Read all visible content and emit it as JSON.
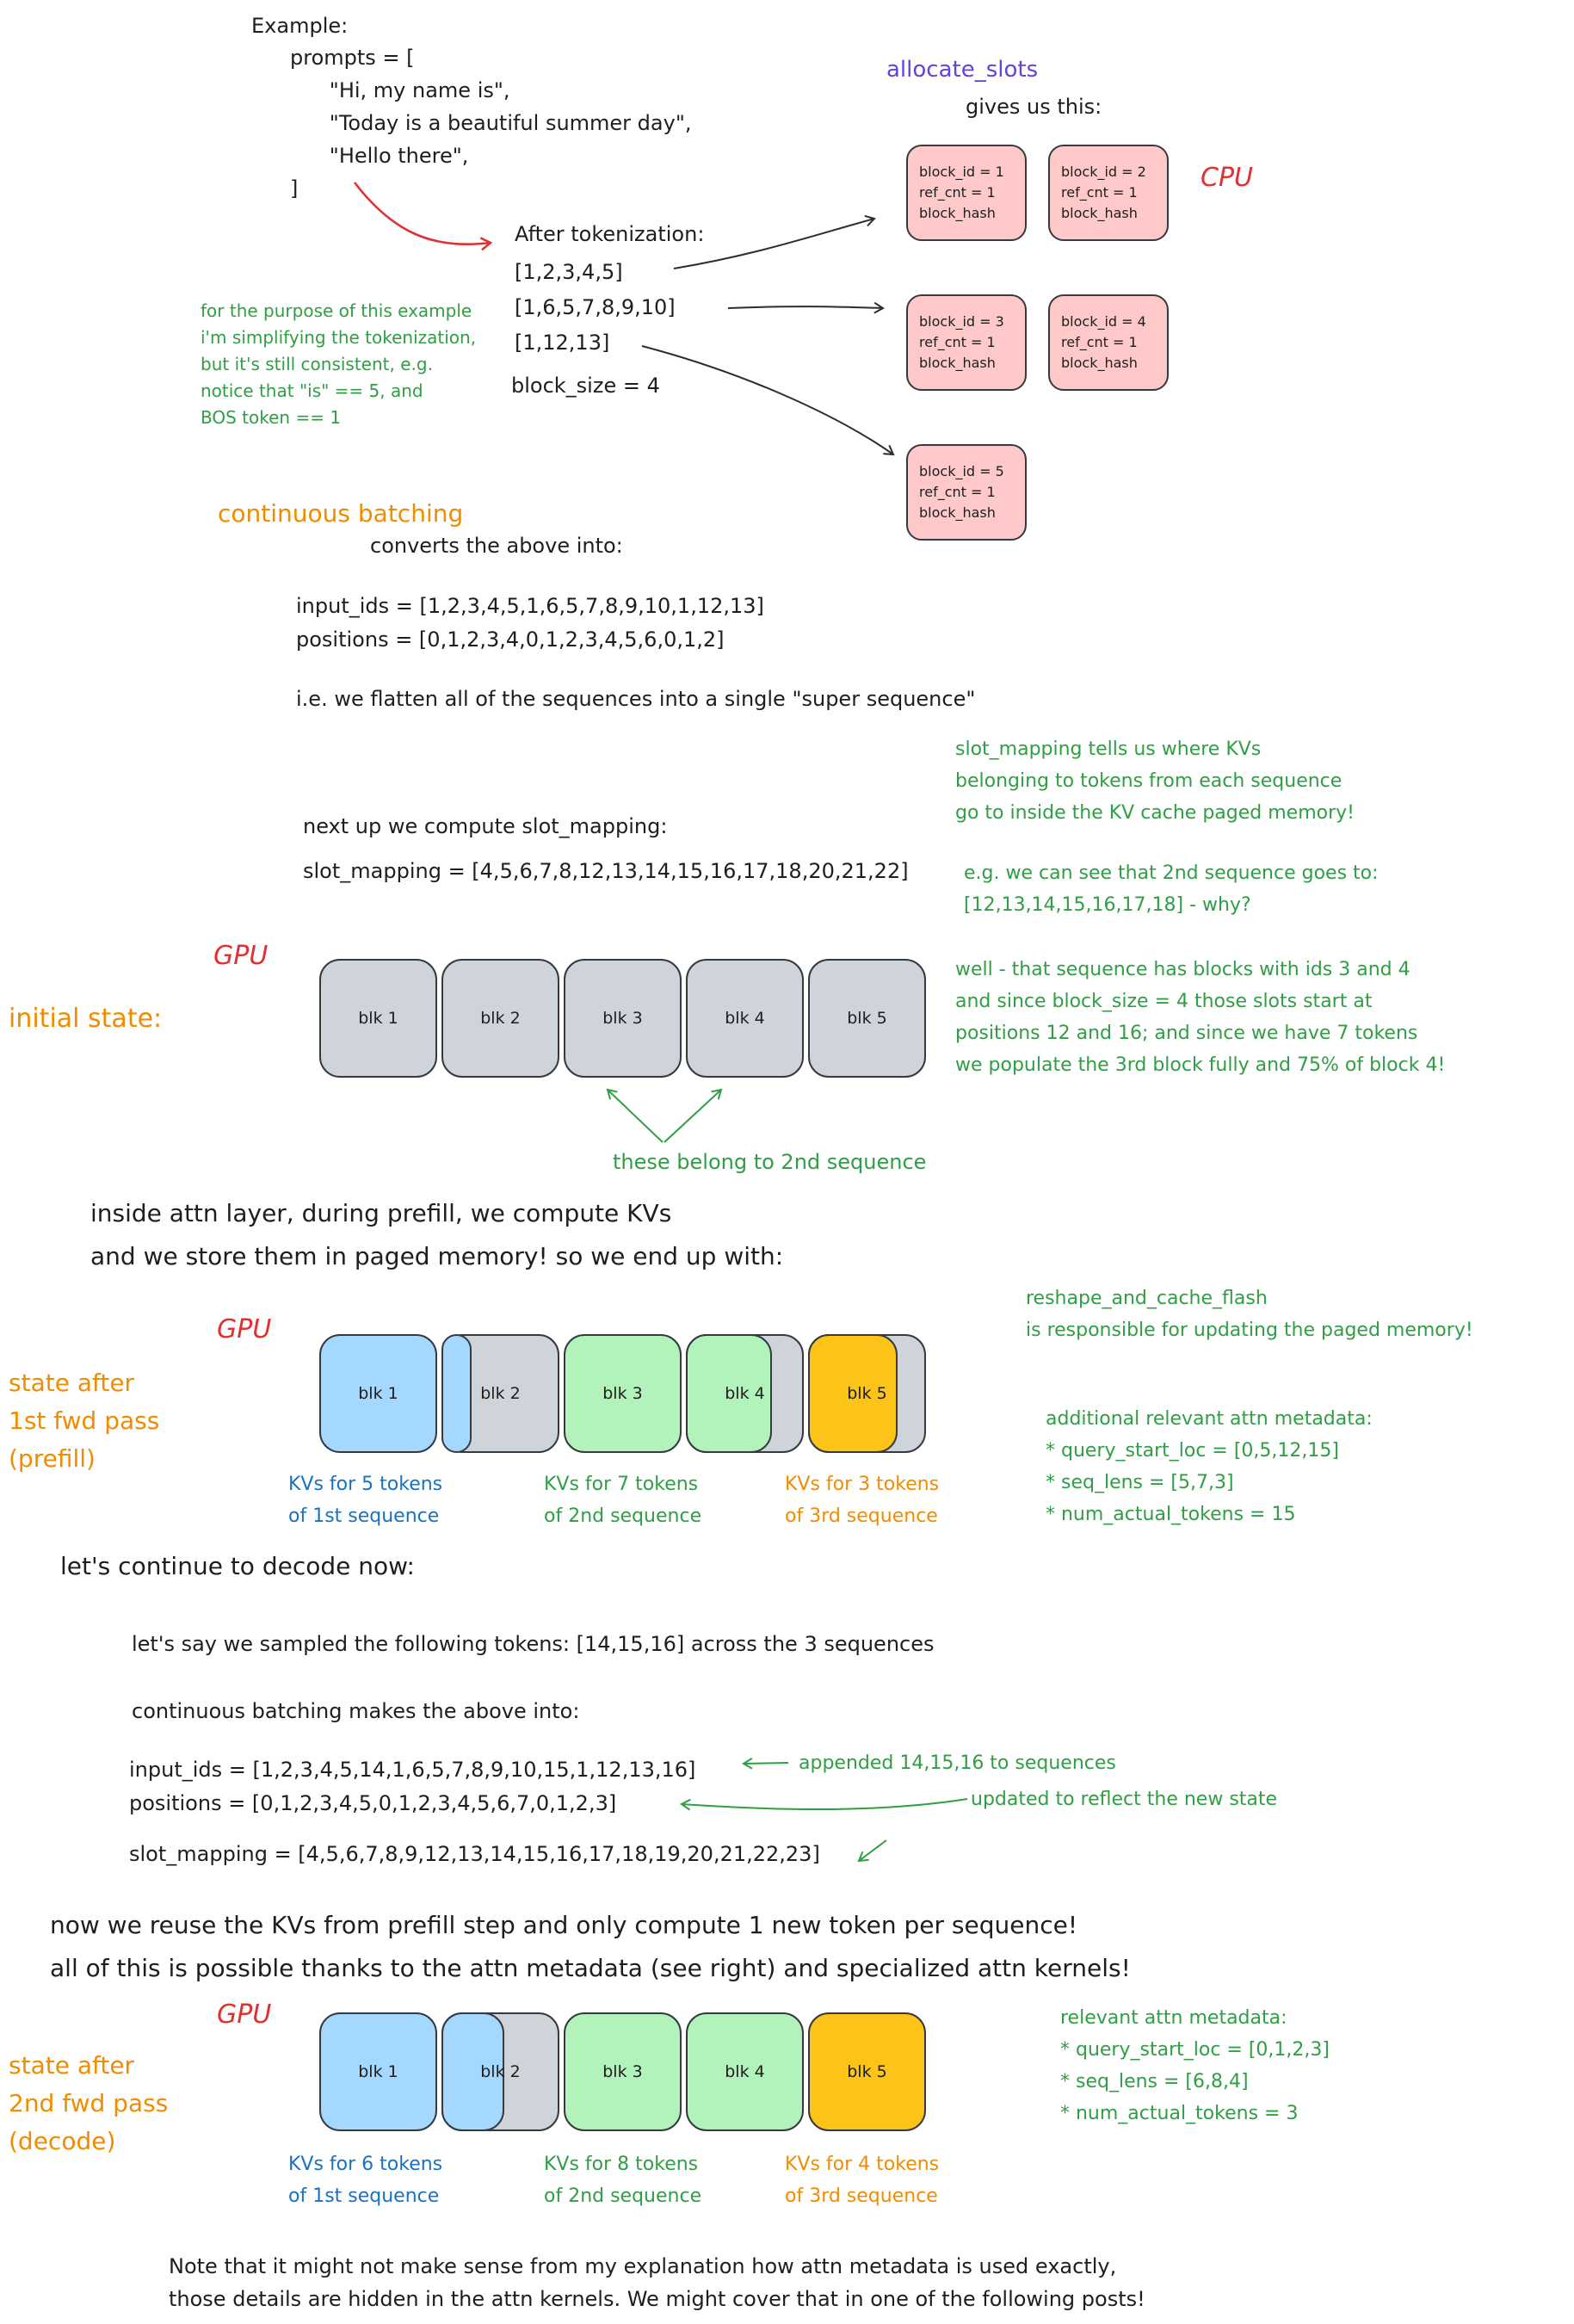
{
  "colors": {
    "ink": "#1e1e1e",
    "green": "#2f9e44",
    "orange": "#f08c00",
    "red": "#e03131",
    "purple": "#6741d9",
    "blue_text": "#1971c2",
    "block_gray": "#ced4da",
    "block_blue": "#a5d8ff",
    "block_green": "#b2f2bb",
    "block_yellow": "#fcc419",
    "block_pink": "#ffc9c9"
  },
  "example": {
    "title": "Example:",
    "code": "prompts = [\n      \"Hi, my name is\",\n      \"Today is a beautiful summer day\",\n      \"Hello there\",\n]"
  },
  "tokenization": {
    "title": "After tokenization:",
    "token_lists": "[1,2,3,4,5]\n[1,6,5,7,8,9,10]\n[1,12,13]",
    "block_size": "block_size = 4",
    "side_note": "for the purpose of this example\ni'm simplifying the tokenization,\nbut it's still consistent, e.g.\nnotice that \"is\" == 5, and\nBOS token == 1"
  },
  "allocate_slots": {
    "title": "allocate_slots",
    "subtitle": "gives us this:",
    "cpu_label": "CPU",
    "blocks": [
      {
        "lines": "block_id = 1\nref_cnt = 1\nblock_hash",
        "fill": "pink"
      },
      {
        "lines": "block_id = 2\nref_cnt = 1\nblock_hash",
        "fill": "pink"
      },
      {
        "lines": "block_id = 3\nref_cnt = 1\nblock_hash",
        "fill": "pink"
      },
      {
        "lines": "block_id = 4\nref_cnt = 1\nblock_hash",
        "fill": "pink"
      },
      {
        "lines": "block_id = 5\nref_cnt = 1\nblock_hash",
        "fill": "pink"
      }
    ]
  },
  "continuous_batching": {
    "title": "continuous batching",
    "subtitle": "converts the above into:",
    "input_ids": "input_ids = [1,2,3,4,5,1,6,5,7,8,9,10,1,12,13]",
    "positions": "positions = [0,1,2,3,4,0,1,2,3,4,5,6,0,1,2]",
    "flatten_note": "i.e. we flatten all of the sequences into a single \"super sequence\""
  },
  "slot_mapping_section": {
    "intro": "next up we compute slot_mapping:",
    "value": "slot_mapping = [4,5,6,7,8,12,13,14,15,16,17,18,20,21,22]",
    "tells_note": "slot_mapping tells us where KVs\nbelonging to tokens from each sequence\ngo to inside the KV cache paged memory!",
    "example_note": "e.g. we can see that 2nd sequence goes to:\n[12,13,14,15,16,17,18] - why?",
    "why_note": "well - that sequence has blocks with ids 3 and 4\nand since block_size = 4 those slots start at\npositions 12 and 16; and since we have 7 tokens\nwe populate the 3rd block fully and 75% of block 4!"
  },
  "initial_state": {
    "gpu_label": "GPU",
    "caption": "initial state:",
    "arrow_note": "these belong to 2nd sequence",
    "blocks": [
      {
        "label": "blk 1",
        "fill": "gray"
      },
      {
        "label": "blk 2",
        "fill": "gray"
      },
      {
        "label": "blk 3",
        "fill": "gray"
      },
      {
        "label": "blk 4",
        "fill": "gray"
      },
      {
        "label": "blk 5",
        "fill": "gray"
      }
    ]
  },
  "prefill_state": {
    "intro": "inside attn layer, during prefill, we compute KVs\nand we store them in paged memory! so we end up with:",
    "gpu_label": "GPU",
    "caption": "state after\n1st fwd pass\n(prefill)",
    "blocks": [
      {
        "label": "blk 1",
        "fill": "blue"
      },
      {
        "label": "blk 2",
        "fill": "gray",
        "overlay_fill": "blue",
        "overlay_pct": 26
      },
      {
        "label": "blk 3",
        "fill": "green"
      },
      {
        "label": "blk 4",
        "fill": "gray",
        "overlay_fill": "green",
        "overlay_pct": 75
      },
      {
        "label": "blk 5",
        "fill": "gray",
        "overlay_fill": "yellow",
        "overlay_pct": 78
      }
    ],
    "kv_labels": [
      {
        "text": "KVs for 5 tokens\nof 1st sequence",
        "color": "blue"
      },
      {
        "text": "KVs for 7 tokens\nof 2nd sequence",
        "color": "green"
      },
      {
        "text": "KVs for 3 tokens\nof 3rd sequence",
        "color": "orange"
      }
    ],
    "side_note": "reshape_and_cache_flash\nis responsible for updating the paged memory!",
    "metadata": "additional relevant attn metadata:\n* query_start_loc = [0,5,12,15]\n* seq_lens = [5,7,3]\n* num_actual_tokens = 15"
  },
  "decode": {
    "intro": "let's continue to decode now:",
    "sampled": "let's say we sampled the following tokens: [14,15,16] across the 3 sequences",
    "cb_line": "continuous batching makes the above into:",
    "input_ids": "input_ids = [1,2,3,4,5,14,1,6,5,7,8,9,10,15,1,12,13,16]",
    "appended_note": "appended 14,15,16 to sequences",
    "positions": "positions = [0,1,2,3,4,5,0,1,2,3,4,5,6,7,0,1,2,3]",
    "updated_note": "updated to reflect the new state",
    "slot_mapping": "slot_mapping = [4,5,6,7,8,9,12,13,14,15,16,17,18,19,20,21,22,23]",
    "reuse_note": "now we reuse the KVs from prefill step and only compute 1 new token per sequence!\nall of this is possible thanks to the attn metadata (see right) and specialized attn kernels!"
  },
  "decode_state": {
    "gpu_label": "GPU",
    "caption": "state after\n2nd fwd pass\n(decode)",
    "blocks": [
      {
        "label": "blk 1",
        "fill": "blue"
      },
      {
        "label": "blk 2",
        "fill": "gray",
        "overlay_fill": "blue",
        "overlay_pct": 55
      },
      {
        "label": "blk 3",
        "fill": "green"
      },
      {
        "label": "blk 4",
        "fill": "green"
      },
      {
        "label": "blk 5",
        "fill": "yellow"
      }
    ],
    "kv_labels": [
      {
        "text": "KVs for 6 tokens\nof 1st sequence",
        "color": "blue"
      },
      {
        "text": "KVs for 8 tokens\nof 2nd sequence",
        "color": "green"
      },
      {
        "text": "KVs for 4 tokens\nof 3rd sequence",
        "color": "orange"
      }
    ],
    "metadata": "relevant attn metadata:\n* query_start_loc = [0,1,2,3]\n* seq_lens = [6,8,4]\n* num_actual_tokens = 3"
  },
  "footer_note": "Note that it might not make sense from my explanation how attn metadata is used exactly,\nthose details are hidden in the attn kernels. We might cover that in one of the following posts!"
}
